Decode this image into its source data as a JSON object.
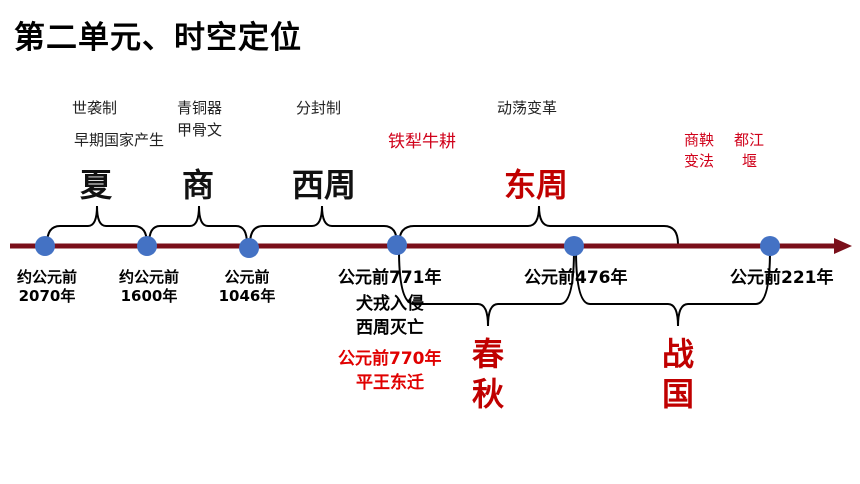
{
  "title": "第二单元、时空定位",
  "notes": {
    "xia_1": "世袭制",
    "xia_2": "早期国家产生",
    "shang_1": "青铜器",
    "shang_2": "甲骨文",
    "xizhou": "分封制",
    "dongzhou": "动荡变革",
    "tieli": "铁犁牛耕",
    "shangyang_1": "商鞅",
    "shangyang_2": "变法",
    "dujiang_1": "都江",
    "dujiang_2": "堰"
  },
  "dynasties": {
    "xia": "夏",
    "shang": "商",
    "xizhou": "西周",
    "dongzhou": "东周"
  },
  "periods": {
    "chunqiu_1": "春",
    "chunqiu_2": "秋",
    "zhanguo_1": "战",
    "zhanguo_2": "国"
  },
  "dates": {
    "d1_line1": "约公元前",
    "d1_line2": "2070年",
    "d2_line1": "约公元前",
    "d2_line2": "1600年",
    "d3_line1": "公元前",
    "d3_line2": "1046年",
    "d4": "公元前771年",
    "d5": "公元前476年",
    "d6": "公元前221年"
  },
  "events": {
    "e1_line1": "犬戎入侵",
    "e1_line2": "西周灭亡",
    "e2_line1": "公元前770年",
    "e2_line2": "平王东迁"
  },
  "colors": {
    "axis": "#7a0f1a",
    "dot": "#4472c4",
    "red": "#c00000"
  }
}
